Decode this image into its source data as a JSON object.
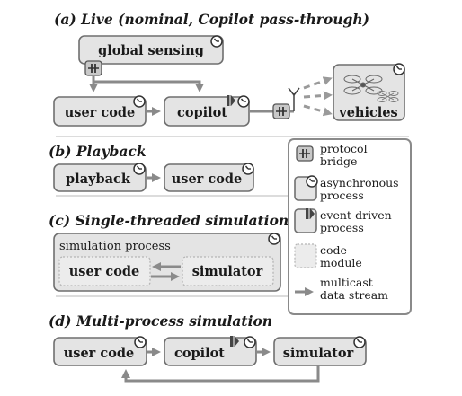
{
  "sections": {
    "a": {
      "title": "(a) Live (nominal, Copilot pass-through)",
      "global_sensing": "global sensing",
      "user_code": "user code",
      "copilot": "copilot",
      "vehicles": "vehicles"
    },
    "b": {
      "title": "(b) Playback",
      "playback": "playback",
      "user_code": "user code"
    },
    "c": {
      "title": "(c) Single-threaded simulation",
      "container": "simulation process",
      "user_code": "user code",
      "simulator": "simulator"
    },
    "d": {
      "title": "(d) Multi-process simulation",
      "user_code": "user code",
      "copilot": "copilot",
      "simulator": "simulator"
    }
  },
  "legend": {
    "protocol_bridge": [
      "protocol",
      "bridge"
    ],
    "async_process": [
      "asynchronous",
      "process"
    ],
    "event_driven": [
      "event-driven",
      "process"
    ],
    "code_module": [
      "code",
      "module"
    ],
    "multicast": [
      "multicast",
      "data stream"
    ]
  },
  "colors": {
    "box_fill": "#e4e4e4",
    "box_stroke": "#6f6f6f",
    "arrow": "#8a8a8a",
    "module_fill": "#ececec"
  },
  "icons": [
    "clock-icon",
    "event-driven-icon",
    "bridge-icon",
    "antenna-icon",
    "drone-icon"
  ]
}
